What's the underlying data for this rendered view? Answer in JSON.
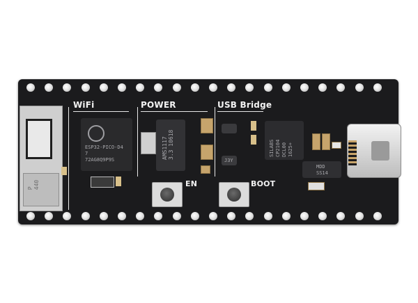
{
  "labels": {
    "wifi": "WiFi",
    "power": "POWER",
    "usb_bridge": "USB Bridge",
    "en": "EN",
    "boot": "BOOT"
  },
  "chips": {
    "esp32_text": "ESP32-PICO-D4\n7\n72AG8Q9P9S",
    "regulator_text": "AMS1117\n3.3 10618",
    "bridge_text": "SILABS\nCP2104\nDCL00\n1625+",
    "diode_text": "MDD\nSS14",
    "transistor_text": "J3Y",
    "antenna_text": "P\n440"
  },
  "colors": {
    "pcb": "#1b1b1d",
    "silkscreen": "#f2f2f2",
    "pin": "#e4e4e4"
  }
}
